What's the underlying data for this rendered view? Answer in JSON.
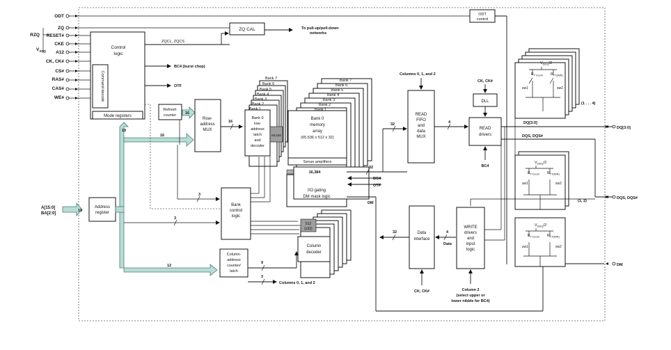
{
  "signals_left": [
    "ODT",
    "ZQ",
    "RESET#",
    "CKE",
    "A12",
    "CK, CK#",
    "CS#",
    "RAS#",
    "CAS#",
    "WE#"
  ],
  "rzq": "RZQ",
  "vssq": "V",
  "vssq_sub": "SSQ",
  "control_logic": [
    "Control",
    "logic"
  ],
  "command_decode": "Command decode",
  "mode_registers": "Mode registers",
  "zq_cal": "ZQ CAL",
  "zqcl_zqcs": "ZQCL, ZQCS",
  "pullup_networks": [
    "To pull-up/pull-down",
    "networks"
  ],
  "bc4_burst": "BC4 (burst chop)",
  "otf": "OTF",
  "odt_control": [
    "ODT",
    "control"
  ],
  "refresh_counter": [
    "Refresh",
    "counter"
  ],
  "row_mux": [
    "Row-",
    "address",
    "MUX"
  ],
  "row_latch": [
    "Bank 0",
    "row-",
    "address",
    "latch",
    "and",
    "decoder"
  ],
  "latch_count": "65,536",
  "bank_small": [
    "Bank 7",
    "Bank 6",
    "Bank 5",
    "Bank 4",
    "Bank 3",
    "Bank 2",
    "Bank 1"
  ],
  "bank_big": [
    "Bank 7",
    "Bank 6",
    "Bank 5",
    "Bank 4",
    "Bank 3",
    "Bank 2",
    "Bank 1"
  ],
  "memory_array": [
    "Bank 0",
    "memory",
    "array",
    "(65,536 x 512 x 32)"
  ],
  "sense_amps": "Sense amplifiers",
  "io_gating": [
    "I/O gating",
    "DM mask logic"
  ],
  "bank_control": [
    "Bank",
    "control",
    "logic"
  ],
  "address_register": [
    "Address",
    "register"
  ],
  "addr_inputs": [
    "A[15:0]",
    "BA[2:0]"
  ],
  "column_latch": [
    "Column-",
    "address",
    "counter/",
    "latch"
  ],
  "column_decoder": [
    "Column",
    "decoder"
  ],
  "bus_numbers": {
    "n19a": "19",
    "n19b": "19",
    "n16": "16",
    "n16b": "16",
    "n16c": "16",
    "n3a": "3",
    "n3b": "3",
    "n3c": "3",
    "n12": "12",
    "n9": "9",
    "n32a": "32",
    "n32b": "32",
    "n32c": "32",
    "n4a": "4",
    "n4b": "4",
    "n16384": "16,384",
    "n512": "512",
    "nx32": "(x32)"
  },
  "columns_012_top": [
    "Columns 0, 1, and 2"
  ],
  "columns_012_bottom": "Columns 0, 1, and 2",
  "read_fifo": [
    "READ",
    "FIFO",
    "and",
    "data",
    "MUX"
  ],
  "ckck_dll": "CK, CK#",
  "dll": "DLL",
  "read_drivers": [
    "READ",
    "drivers"
  ],
  "bc4": "BC4",
  "dq_label": "DQ[3:0]",
  "dqs_label": "DQS, DQS#",
  "dq_out": "DQ[3:0]",
  "dqs_out": "DQS, DQS#",
  "dm_out": "DM",
  "bc4_side": "BC4",
  "otf_side": "OTF",
  "dm_side": "DM",
  "data_interface": [
    "Data",
    "interface"
  ],
  "data_label": "Data",
  "ckck_bottom": "CK, CK#",
  "write_drivers": [
    "WRITE",
    "drivers",
    "and",
    "input",
    "logic"
  ],
  "column2": [
    "Column 2",
    "(select upper or",
    "lower nibble for BC4)"
  ],
  "range_14": "(1 . . . 4)",
  "range_12": "(1, 2)",
  "vddq": "V",
  "vddq_sub": "DDQ",
  "vddq_tail": "/2",
  "rtt_nom": "R",
  "rtt_nom_sub": "TT,nom",
  "rtt_wr": "R",
  "rtt_wr_sub": "TT(WR)",
  "sw1": "sw1",
  "sw2": "sw2"
}
